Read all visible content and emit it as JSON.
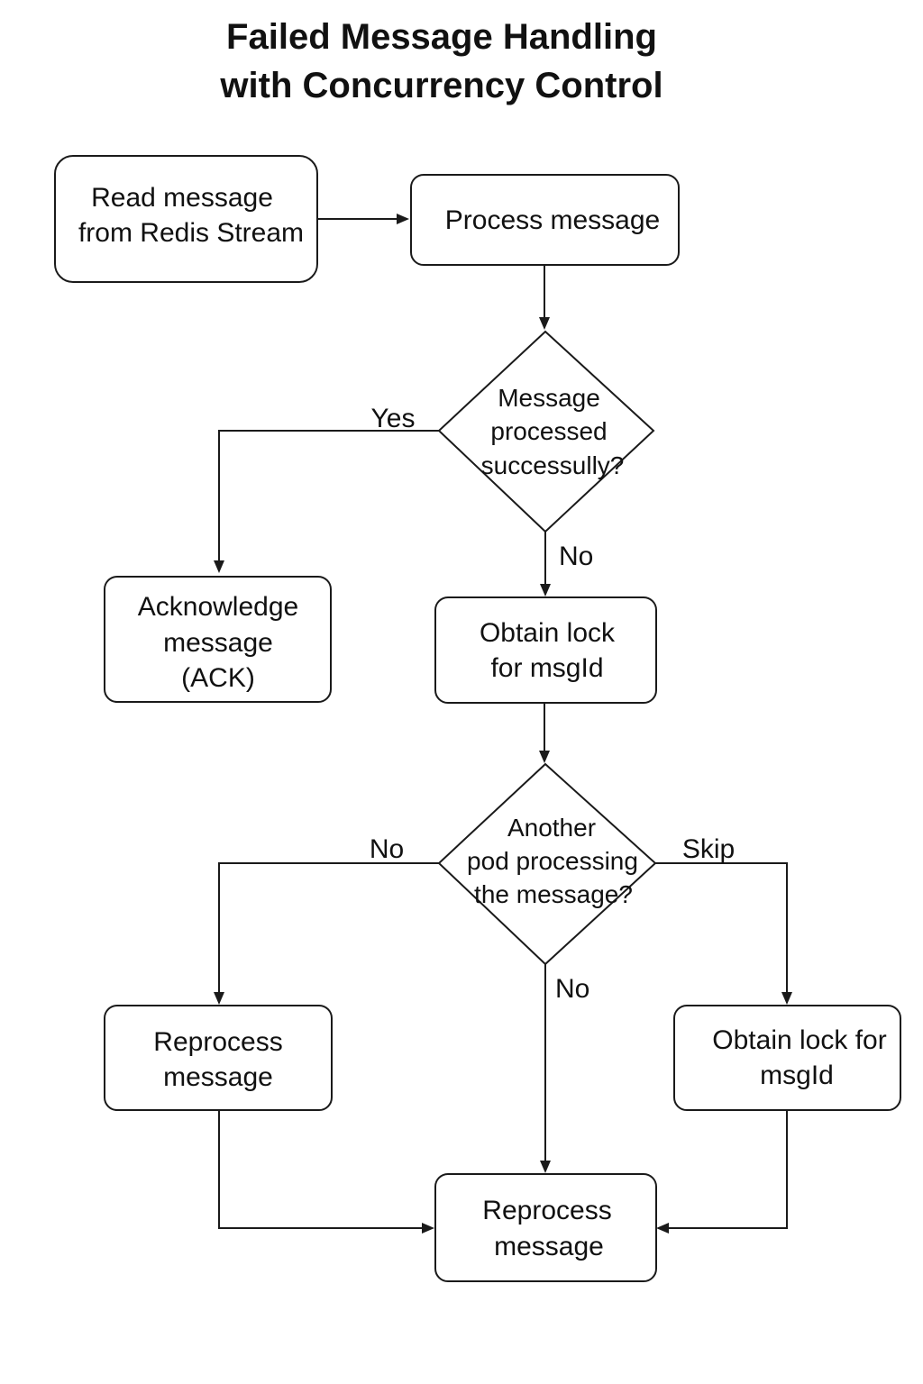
{
  "title": {
    "line1": "Failed Message Handling",
    "line2": "with Concurrency Control"
  },
  "nodes": {
    "read_message": {
      "line1": "Read message",
      "line2": "from Redis Stream"
    },
    "process_message": {
      "line1": "Process message"
    },
    "decision_success": {
      "line1": "Message",
      "line2": "processed",
      "line3": "successully?"
    },
    "acknowledge": {
      "line1": "Acknowledge",
      "line2": "message",
      "line3": "(ACK)"
    },
    "obtain_lock": {
      "line1": "Obtain lock",
      "line2": "for msgId"
    },
    "decision_another_pod": {
      "line1": "Another",
      "line2": "pod processing",
      "line3": "the message?"
    },
    "reprocess_left": {
      "line1": "Reprocess",
      "line2": "message"
    },
    "obtain_lock_right": {
      "line1": "Obtain lock for",
      "line2": "msgId"
    },
    "reprocess_bottom": {
      "line1": "Reprocess",
      "line2": "message"
    }
  },
  "edge_labels": {
    "success_yes": "Yes",
    "success_no": "No",
    "pod_left_no": "No",
    "pod_right_skip": "Skip",
    "pod_down_no": "No"
  },
  "colors": {
    "stroke": "#1a1a1a",
    "text": "#111111",
    "background": "#ffffff"
  }
}
